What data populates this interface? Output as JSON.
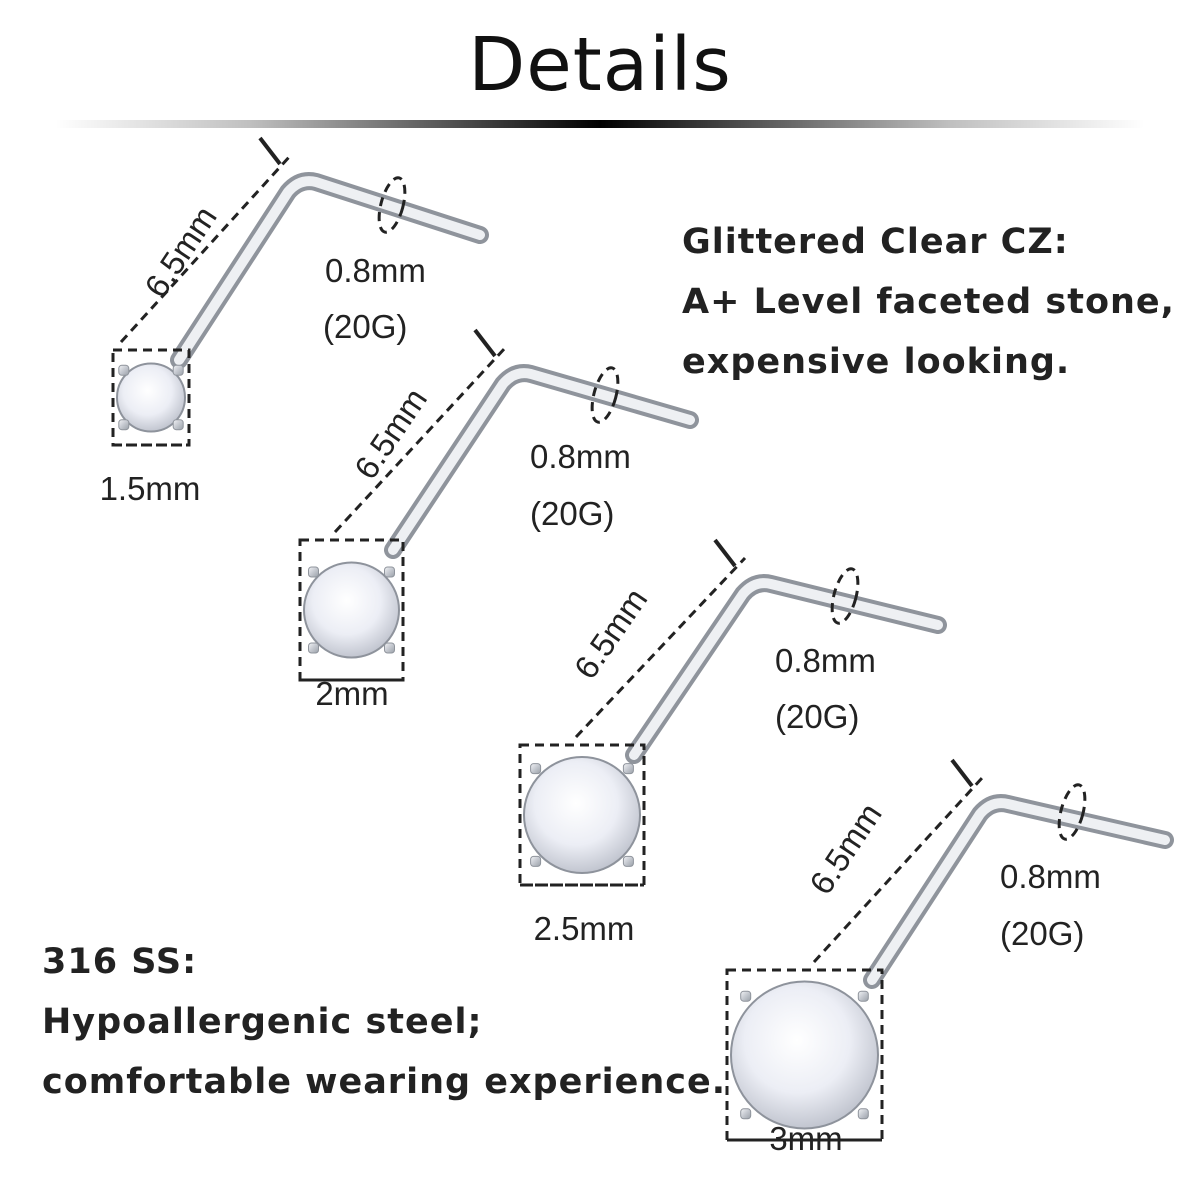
{
  "title": "Details",
  "cz_info": {
    "lines": [
      "Glittered Clear CZ:",
      "A+ Level faceted stone,",
      "expensive looking."
    ]
  },
  "ss_info": {
    "lines": [
      "316 SS:",
      "Hypoallergenic steel;",
      "comfortable wearing experience."
    ]
  },
  "studs": [
    {
      "length": "6.5mm",
      "thickness": "0.8mm",
      "gauge": "(20G)",
      "stone_size": "1.5mm"
    },
    {
      "length": "6.5mm",
      "thickness": "0.8mm",
      "gauge": "(20G)",
      "stone_size": "2mm"
    },
    {
      "length": "6.5mm",
      "thickness": "0.8mm",
      "gauge": "(20G)",
      "stone_size": "2.5mm"
    },
    {
      "length": "6.5mm",
      "thickness": "0.8mm",
      "gauge": "(20G)",
      "stone_size": "3mm"
    }
  ],
  "colors": {
    "text": "#222222",
    "steel": "#c9ccd2",
    "steel_edge": "#8f949c",
    "stone": "#f4f6fb"
  }
}
